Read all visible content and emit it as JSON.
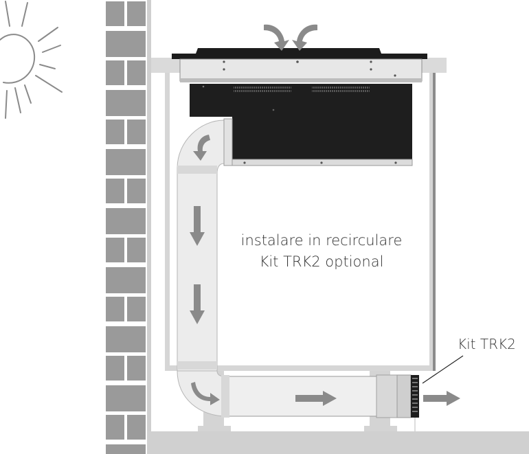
{
  "diagram": {
    "main_caption": {
      "line1": "instalare in recirculare",
      "line2": "Kit TRK2 optional"
    },
    "callout_label": "Kit TRK2"
  },
  "colors": {
    "brick": "#9a9a9a",
    "wall_face": "#cfcfcf",
    "cabinet_edge": "#d6d6d6",
    "cabinet_side": "#8c8c8c",
    "hob_body": "#1c1c1c",
    "duct": "#ececec",
    "arrow": "#8a8a8a",
    "floor": "#d0d0d0"
  }
}
